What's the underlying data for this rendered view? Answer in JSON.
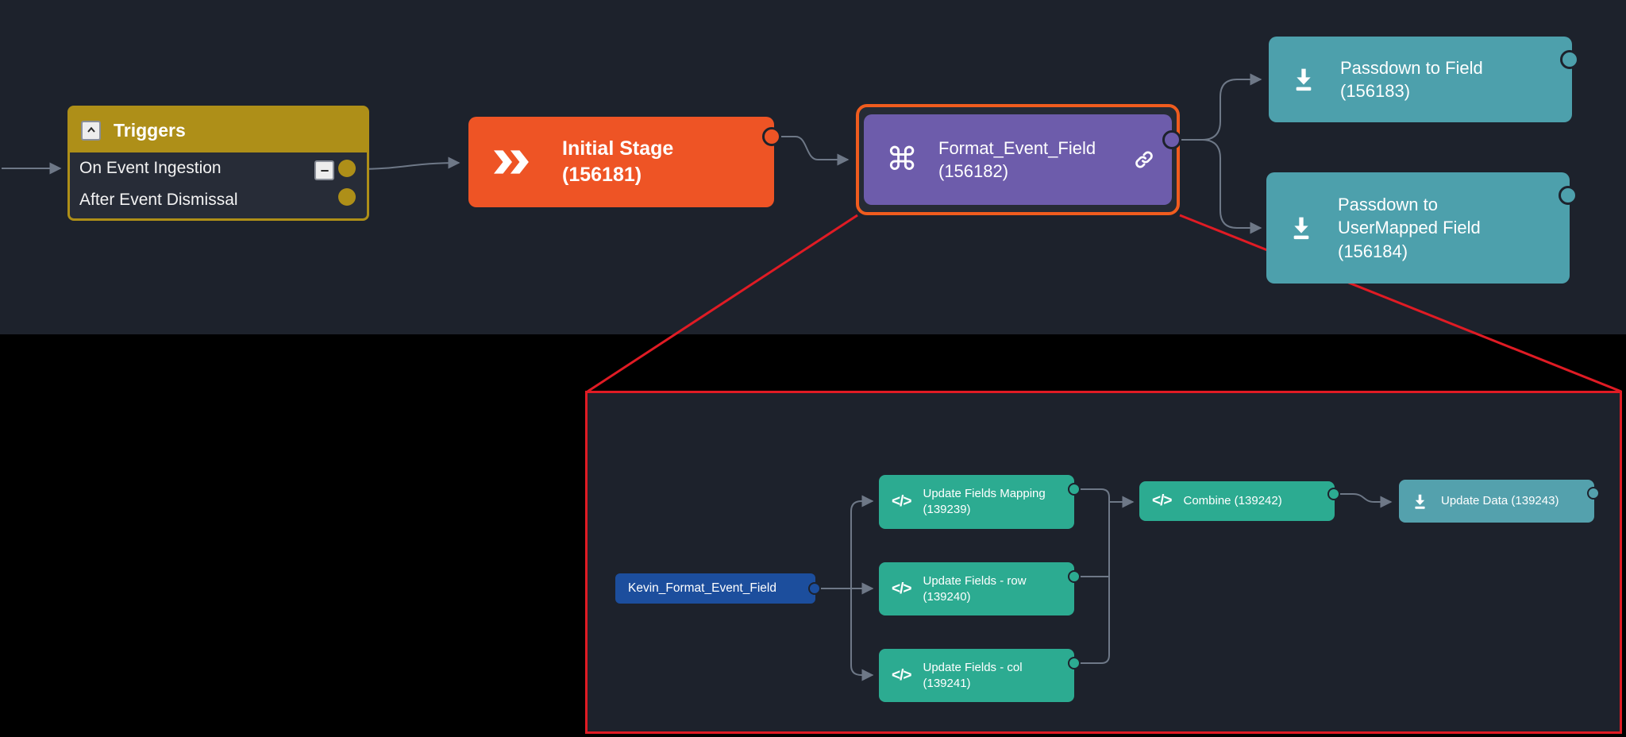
{
  "workflow": {
    "triggers": {
      "title": "Triggers",
      "rows": [
        {
          "label": "On Event Ingestion"
        },
        {
          "label": "After Event Dismissal"
        }
      ]
    },
    "initial_stage": {
      "title": "Initial Stage",
      "id": "(156181)"
    },
    "format_event_field": {
      "title": "Format_Event_Field",
      "id": "(156182)"
    },
    "passdown_to_field": {
      "title": "Passdown to Field",
      "id": "(156183)"
    },
    "passdown_to_usermapped": {
      "title": "Passdown to UserMapped Field",
      "id": "(156184)"
    }
  },
  "detail": {
    "kevin": {
      "title": "Kevin_Format_Event_Field"
    },
    "update_fields_mapping": {
      "title": "Update Fields Mapping",
      "id": "(139239)"
    },
    "update_fields_row": {
      "title": "Update Fields - row",
      "id": "(139240)"
    },
    "update_fields_col": {
      "title": "Update Fields - col",
      "id": "(139241)"
    },
    "combine": {
      "title": "Combine (139242)"
    },
    "update_data": {
      "title": "Update Data (139243)"
    }
  },
  "icons": {
    "command_glyph": "⌘",
    "code_glyph": "</>"
  },
  "colors": {
    "background_band": "#1d222c",
    "background_bottom": "#000000",
    "trigger_gold": "#ae8f18",
    "stage_orange": "#ee5425",
    "selection_orange": "#f05c1e",
    "action_purple": "#6d5cab",
    "passdown_teal": "#4da0ac",
    "detail_green": "#2cab91",
    "update_data_teal": "#54a1ad",
    "kevin_blue": "#1c4e9d",
    "connector_gray": "#6e7887",
    "callout_red": "#e01b24"
  }
}
